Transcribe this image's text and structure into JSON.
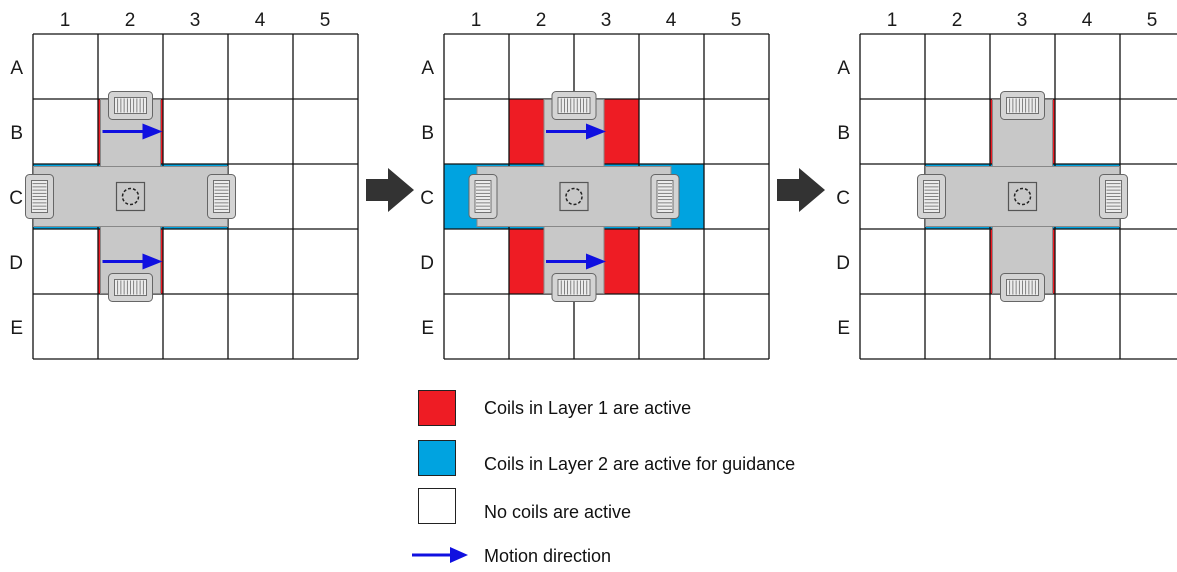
{
  "columns": [
    "1",
    "2",
    "3",
    "4",
    "5"
  ],
  "rows": [
    "A",
    "B",
    "C",
    "D",
    "E"
  ],
  "colors": {
    "layer1": "#ee1c24",
    "layer2": "#00a3e0",
    "inactive": "#ffffff",
    "motion": "#1010e0",
    "mover": "#c8c8c8",
    "step_arrow": "#333333"
  },
  "panels": [
    {
      "layer1_cells": [
        [
          1,
          1
        ],
        [
          3,
          1
        ]
      ],
      "layer2_cells": [
        [
          2,
          0
        ],
        [
          2,
          1
        ],
        [
          2,
          2
        ]
      ],
      "mover_center": [
        2,
        1
      ],
      "motion_arrows_from": [
        [
          1,
          1
        ],
        [
          3,
          1
        ]
      ]
    },
    {
      "layer1_cells": [
        [
          1,
          1
        ],
        [
          1,
          2
        ],
        [
          3,
          1
        ],
        [
          3,
          2
        ]
      ],
      "layer2_cells": [
        [
          2,
          0
        ],
        [
          2,
          1
        ],
        [
          2,
          2
        ],
        [
          2,
          3
        ]
      ],
      "mover_center": [
        2,
        1.5
      ],
      "motion_arrows_from": [
        [
          1,
          1.5
        ],
        [
          3,
          1.5
        ]
      ]
    },
    {
      "layer1_cells": [
        [
          1,
          2
        ],
        [
          3,
          2
        ]
      ],
      "layer2_cells": [
        [
          2,
          1
        ],
        [
          2,
          2
        ],
        [
          2,
          3
        ]
      ],
      "mover_center": [
        2,
        2
      ],
      "motion_arrows_from": []
    }
  ],
  "legend": {
    "layer1": "Coils in Layer 1 are active",
    "layer2": "Coils in Layer 2 are active for guidance",
    "none": "No coils are active",
    "motion": "Motion direction"
  }
}
